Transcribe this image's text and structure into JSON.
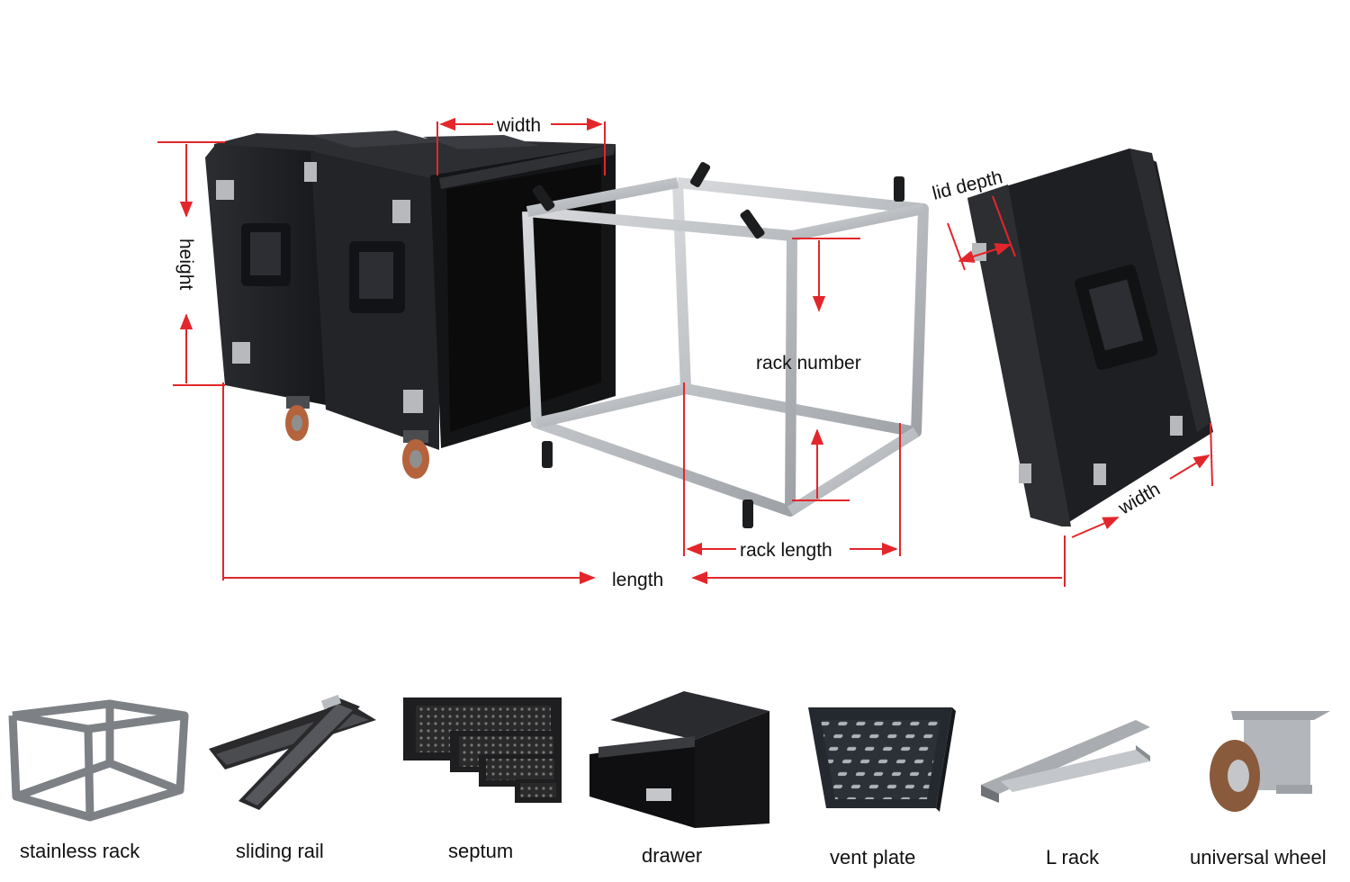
{
  "diagram": {
    "labels": {
      "width_top": "width",
      "height": "height",
      "rack_number": "rack number",
      "lid_depth": "lid depth",
      "width_lid": "width",
      "rack_length": "rack length",
      "length": "length"
    },
    "colors": {
      "dimension_line": "#e3262b",
      "case_body": "#1f2124",
      "rack_frame": "#b9bcc0",
      "wheel": "#b5633c"
    }
  },
  "accessories": [
    {
      "label": "stainless rack",
      "icon": "stainless-rack-icon"
    },
    {
      "label": "sliding rail",
      "icon": "sliding-rail-icon"
    },
    {
      "label": "septum",
      "icon": "septum-panel-icon"
    },
    {
      "label": "drawer",
      "icon": "drawer-icon"
    },
    {
      "label": "vent plate",
      "icon": "vent-plate-icon"
    },
    {
      "label": "L rack",
      "icon": "l-rack-icon"
    },
    {
      "label": "universal wheel",
      "icon": "universal-wheel-icon"
    }
  ]
}
